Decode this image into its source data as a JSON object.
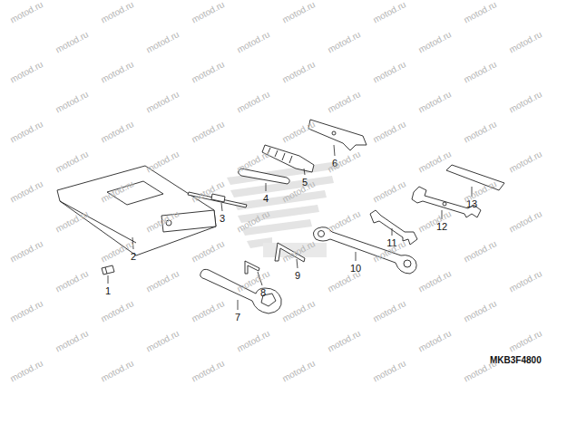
{
  "diagram": {
    "labels": [
      "1",
      "2",
      "3",
      "4",
      "5",
      "6",
      "7",
      "8",
      "9",
      "10",
      "11",
      "12",
      "13",
      "MKB3F4800",
      "motod.ru",
      "motod.ru",
      "motod.ru",
      "motod.ru",
      "motod.ru",
      "motod.ru",
      "motod.ru",
      "motod.ru",
      "motod.ru",
      "motod.ru",
      "motod.ru",
      "motod.ru",
      "motod.ru",
      "motod.ru",
      "motod.ru",
      "motod.ru",
      "motod.ru",
      "motod.ru",
      "motod.ru",
      "motod.ru",
      "motod.ru",
      "motod.ru",
      "motod.ru",
      "motod.ru",
      "motod.ru",
      "motod.ru",
      "motod.ru",
      "motod.ru",
      "motod.ru",
      "motod.ru",
      "motod.ru",
      "motod.ru",
      "motod.ru",
      "motod.ru",
      "motod.ru",
      "motod.ru",
      "motod.ru",
      "motod.ru",
      "motod.ru",
      "motod.ru",
      "motod.ru",
      "motod.ru",
      "motod.ru",
      "motod.ru",
      "motod.ru",
      "motod.ru",
      "motod.ru",
      "motod.ru",
      "motod.ru",
      "motod.ru",
      "motod.ru",
      "motod.ru",
      "motod.ru",
      "motod.ru",
      "motod.ru",
      "motod.ru",
      "motod.ru",
      "motod.ru",
      "motod.ru",
      "motod.ru",
      "motod.ru",
      "motod.ru",
      "motod.ru",
      "motod.ru",
      "motod.ru",
      "motod.ru",
      "motod.ru",
      "motod.ru",
      "motod.ru",
      "motod.ru",
      "motod.ru",
      "motod.ru",
      "motod.ru",
      "motod.ru",
      "motod.ru",
      "motod.ru",
      "motod.ru",
      "motod.ru"
    ]
  }
}
